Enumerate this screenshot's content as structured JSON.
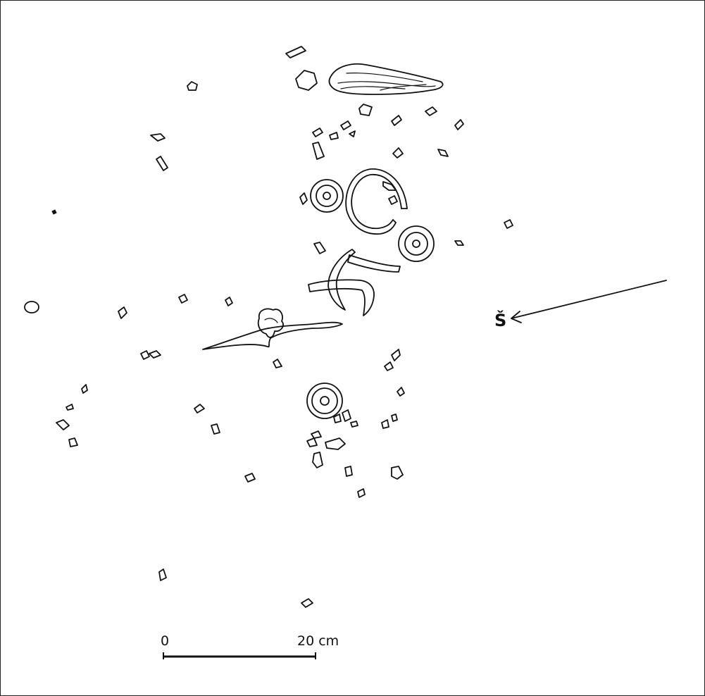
{
  "scale_bar": {
    "start_label": "0",
    "end_label": "20 cm"
  },
  "orientation": {
    "label": "Š"
  },
  "colors": {
    "ink": "#111111",
    "background": "#ffffff"
  }
}
